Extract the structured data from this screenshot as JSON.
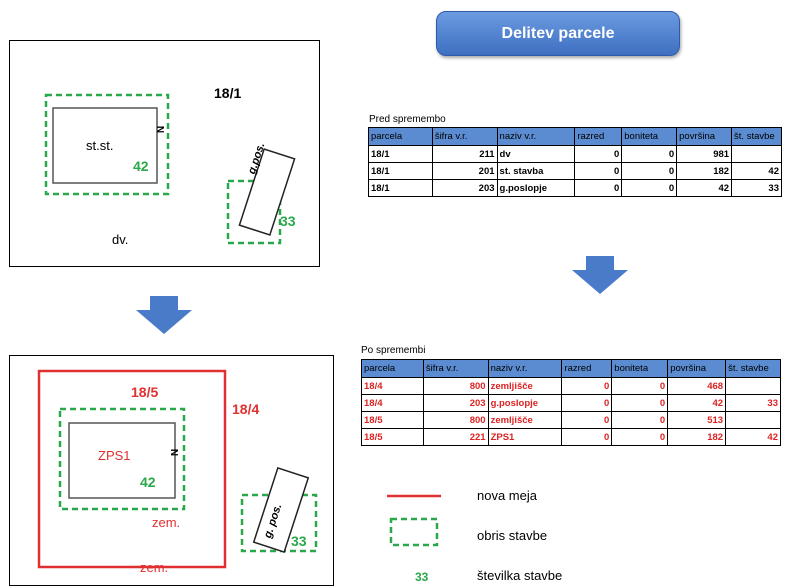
{
  "title": "Delitev parcele",
  "before": {
    "caption": "Pred spremembo",
    "columns": [
      "parcela",
      "šifra v.r.",
      "naziv v.r.",
      "razred",
      "boniteta",
      "površina",
      "št. stavbe"
    ],
    "rows": [
      [
        "18/1",
        "211",
        "dv",
        "0",
        "0",
        "981",
        ""
      ],
      [
        "18/1",
        "201",
        "st. stavba",
        "0",
        "0",
        "182",
        "42"
      ],
      [
        "18/1",
        "203",
        "g.poslopje",
        "0",
        "0",
        "42",
        "33"
      ]
    ]
  },
  "after": {
    "caption": "Po spremembi",
    "columns": [
      "parcela",
      "šifra v.r.",
      "naziv v.r.",
      "razred",
      "boniteta",
      "površina",
      "št. stavbe"
    ],
    "rows": [
      [
        "18/4",
        "800",
        "zemljišče",
        "0",
        "0",
        "468",
        ""
      ],
      [
        "18/4",
        "203",
        "g.poslopje",
        "0",
        "0",
        "42",
        "33"
      ],
      [
        "18/5",
        "800",
        "zemljišče",
        "0",
        "0",
        "513",
        ""
      ],
      [
        "18/5",
        "221",
        "ZPS1",
        "0",
        "0",
        "182",
        "42"
      ]
    ]
  },
  "map_before": {
    "parcel_label": "18/1",
    "building_label": "st.st.",
    "building_number": "42",
    "garage_label": "g.pos.",
    "garage_number": "33",
    "land_label": "dv.",
    "north": "N"
  },
  "map_after": {
    "parcel_a": "18/5",
    "parcel_b": "18/4",
    "building_label": "ZPS1",
    "building_number": "42",
    "garage_label": "g. pos.",
    "garage_number": "33",
    "land_inner": "zem.",
    "land_outer": "zem.",
    "north": "N"
  },
  "legend": {
    "new_boundary": "nova meja",
    "building_outline": "obris stavbe",
    "number_sample": "33",
    "building_number": "številka stavbe"
  },
  "colors": {
    "accent_blue": "#4a7bc8",
    "red": "#e03030",
    "green": "#2aa84a"
  }
}
